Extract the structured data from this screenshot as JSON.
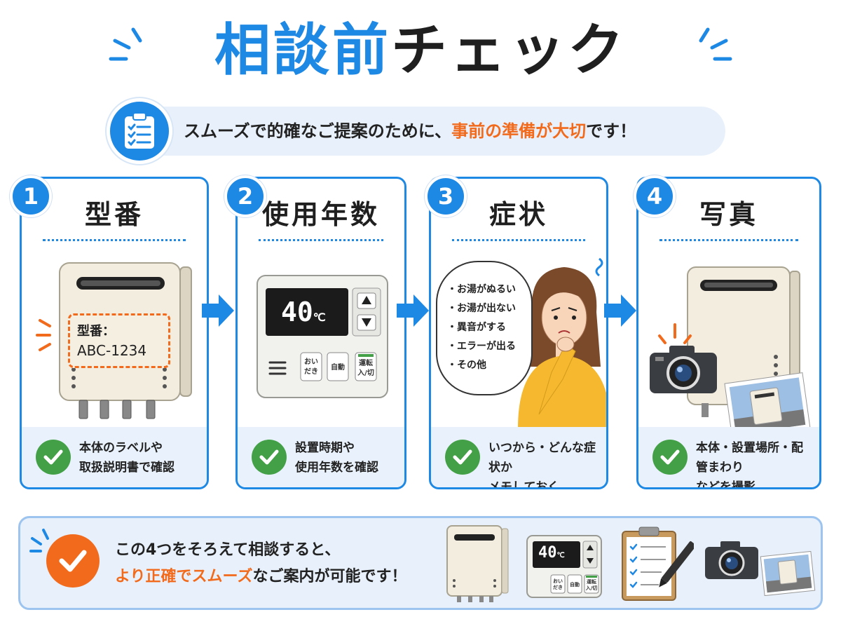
{
  "title": {
    "part1": "相談前",
    "part2": "チェック"
  },
  "subtitle": {
    "before": "スムーズで的確なご提案のために、",
    "accent": "事前の準備が大切",
    "after": "です！"
  },
  "colors": {
    "blue": "#1e88e5",
    "orange": "#f26a1b",
    "green": "#43a047",
    "light_blue": "#e8f1fb"
  },
  "cards": [
    {
      "number": "1",
      "title": "型番",
      "label_title": "型番：",
      "label_value": "ABC-1234",
      "foot_line1": "本体のラベルや",
      "foot_line2": "取扱説明書で確認"
    },
    {
      "number": "2",
      "title": "使用年数",
      "display_value": "40",
      "display_unit": "℃",
      "btn1_line1": "おい",
      "btn1_line2": "だき",
      "btn2": "自動",
      "btn3_line1": "運転",
      "btn3_line2": "入/切",
      "foot_line1": "設置時期や",
      "foot_line2": "使用年数を確認"
    },
    {
      "number": "3",
      "title": "症状",
      "symptoms": [
        "・お湯がぬるい",
        "・お湯が出ない",
        "・異音がする",
        "・エラーが出る",
        "・その他"
      ],
      "foot_line1": "いつから・どんな症状か",
      "foot_line2": "メモしておく"
    },
    {
      "number": "4",
      "title": "写真",
      "foot_line1": "本体・設置場所・配管まわり",
      "foot_line2": "などを撮影"
    }
  ],
  "bottom": {
    "line1": "この4つをそろえて相談すると、",
    "accent": "より正確でスムーズ",
    "line2_after": "なご案内が可能です！",
    "remote_value": "40",
    "remote_unit": "℃",
    "btn1_line1": "おい",
    "btn1_line2": "だき",
    "btn2": "自動",
    "btn3_line1": "運転",
    "btn3_line2": "入/切"
  },
  "icons": [
    "clipboard-check-icon",
    "check-icon",
    "arrow-right-icon",
    "water-heater-icon",
    "remote-controller-icon",
    "worried-woman-icon",
    "camera-icon",
    "photo-icon"
  ]
}
